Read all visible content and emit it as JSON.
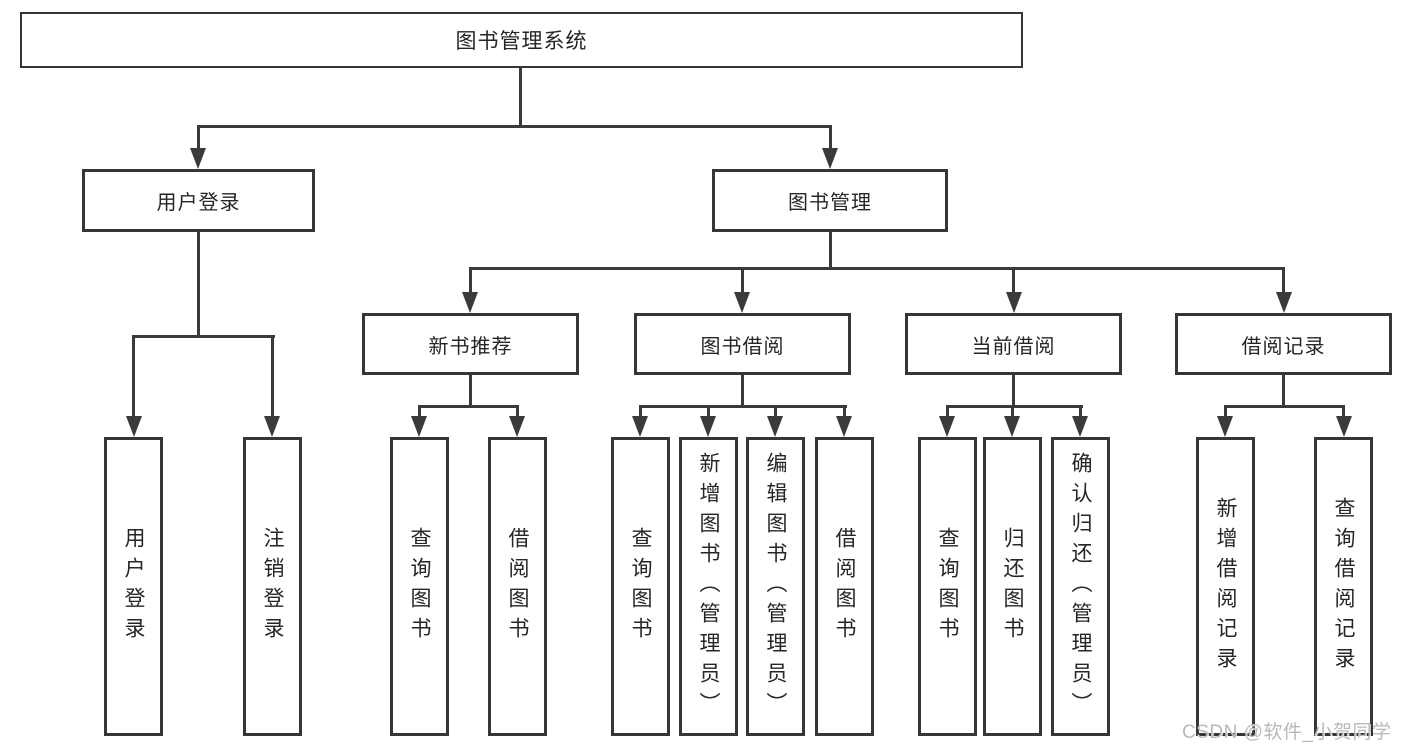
{
  "diagram": {
    "root": {
      "label": "图书管理系统"
    },
    "level2": [
      {
        "label": "用户登录"
      },
      {
        "label": "图书管理"
      }
    ],
    "level3": [
      {
        "label": "新书推荐"
      },
      {
        "label": "图书借阅"
      },
      {
        "label": "当前借阅"
      },
      {
        "label": "借阅记录"
      }
    ],
    "leaves": {
      "user_login": [
        "用户登录",
        "注销登录"
      ],
      "new_book": [
        "查询图书",
        "借阅图书"
      ],
      "book_borrow": [
        "查询图书",
        "新增图书（管理员）",
        "编辑图书（管理员）",
        "借阅图书"
      ],
      "current_borrow": [
        "查询图书",
        "归还图书",
        "确认归还（管理员）"
      ],
      "borrow_record": [
        "新增借阅记录",
        "查询借阅记录"
      ]
    }
  },
  "watermark": {
    "text": "CSDN @软件_小贺同学"
  },
  "colors": {
    "line": "#3a3a3a",
    "border": "#363636",
    "text": "#262626",
    "watermark": "#b9b9b9",
    "background": "#ffffff"
  }
}
